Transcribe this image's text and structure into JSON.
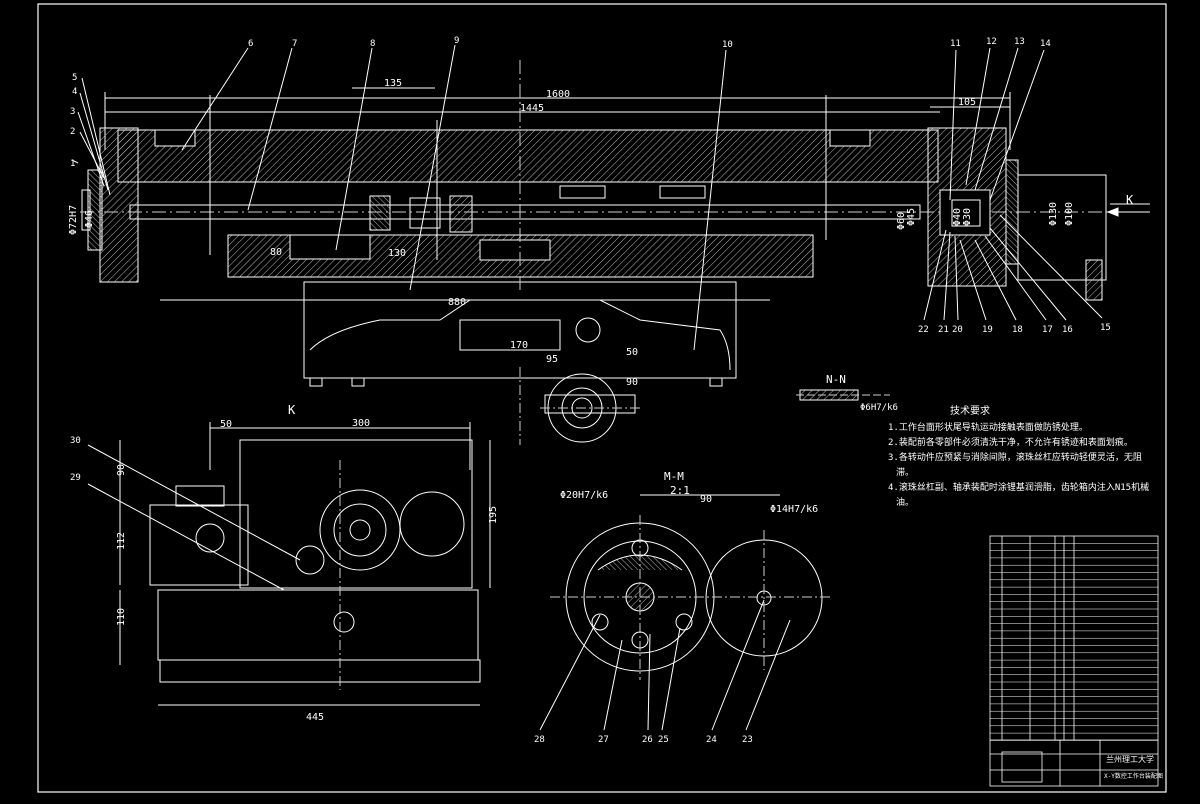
{
  "colors": {
    "background": "#000000",
    "frame": "#ffffff",
    "hatch": "#bdbdbd",
    "centerline": "#c8c8c8"
  },
  "views": {
    "main": {
      "dims": {
        "d1600": "1600",
        "d1445": "1445",
        "d135": "135",
        "d105": "105",
        "d80": "80",
        "d130": "130",
        "d880": "880",
        "d170": "170",
        "d95": "95",
        "d90": "90",
        "d50b": "50"
      },
      "dia": {
        "left1": "Φ72H7",
        "left2": "Φ46",
        "r1": "Φ60",
        "r2": "Φ45",
        "r3": "Φ40",
        "r4": "Φ30",
        "r5": "Φ100",
        "r6": "Φ130"
      },
      "view_arrow": "K"
    },
    "section_nn": {
      "title": "N-N",
      "dim": "Φ6H7/k6"
    },
    "view_k": {
      "title": "K",
      "dims": {
        "d50": "50",
        "d300": "300",
        "d90": "90",
        "d112": "112",
        "d110": "110",
        "d195": "195",
        "d445": "445"
      }
    },
    "section_mm": {
      "title_top": "M-M",
      "title_bottom": "2:1",
      "dims": {
        "d90": "90",
        "d20": "Φ20H7/k6",
        "d14": "Φ14H7/k6"
      }
    }
  },
  "balloons": {
    "top": [
      "1",
      "2",
      "3",
      "4",
      "5",
      "6",
      "7",
      "8",
      "9",
      "10",
      "11",
      "12",
      "13",
      "14"
    ],
    "right_bottom": [
      "22",
      "21",
      "20",
      "19",
      "18",
      "17",
      "16",
      "15"
    ],
    "left": [
      "30",
      "29"
    ],
    "bottom": [
      "28",
      "27",
      "26",
      "25",
      "24",
      "23"
    ]
  },
  "tech_req": {
    "title": "技术要求",
    "items": [
      "1.工作台面形状尾导轨运动接触表面做防锈处理。",
      "2.装配前各零部件必须清洗干净，不允许有锈迹和表面划痕。",
      "3.各转动件应预紧与消除间隙，滚珠丝杠应转动轻便灵活，无阻",
      "滞。",
      "4.滚珠丝杠副、轴承装配时涂锂基润滑脂，齿轮箱内注入N15机械",
      "油。"
    ]
  },
  "title_block": {
    "school": "兰州理工大学",
    "drawing_name": "X-Y数控工作台装配图"
  }
}
